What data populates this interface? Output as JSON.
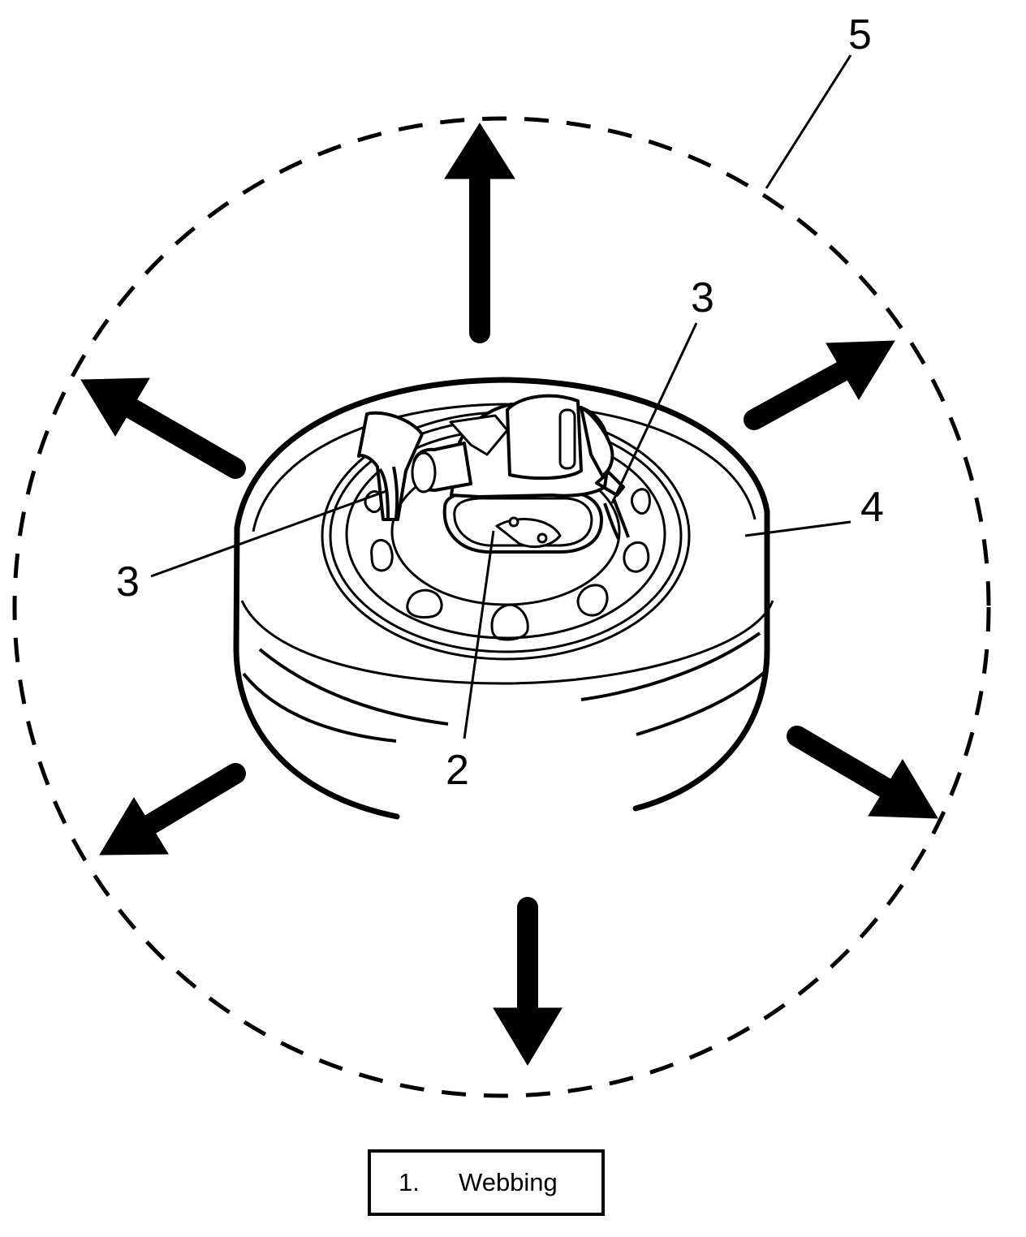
{
  "callouts": {
    "label_2": "2",
    "label_3_left": "3",
    "label_3_right": "3",
    "label_4": "4",
    "label_5": "5"
  },
  "legend": {
    "number": "1.",
    "text": "Webbing"
  },
  "colors": {
    "ink": "#000000",
    "background": "#ffffff"
  }
}
